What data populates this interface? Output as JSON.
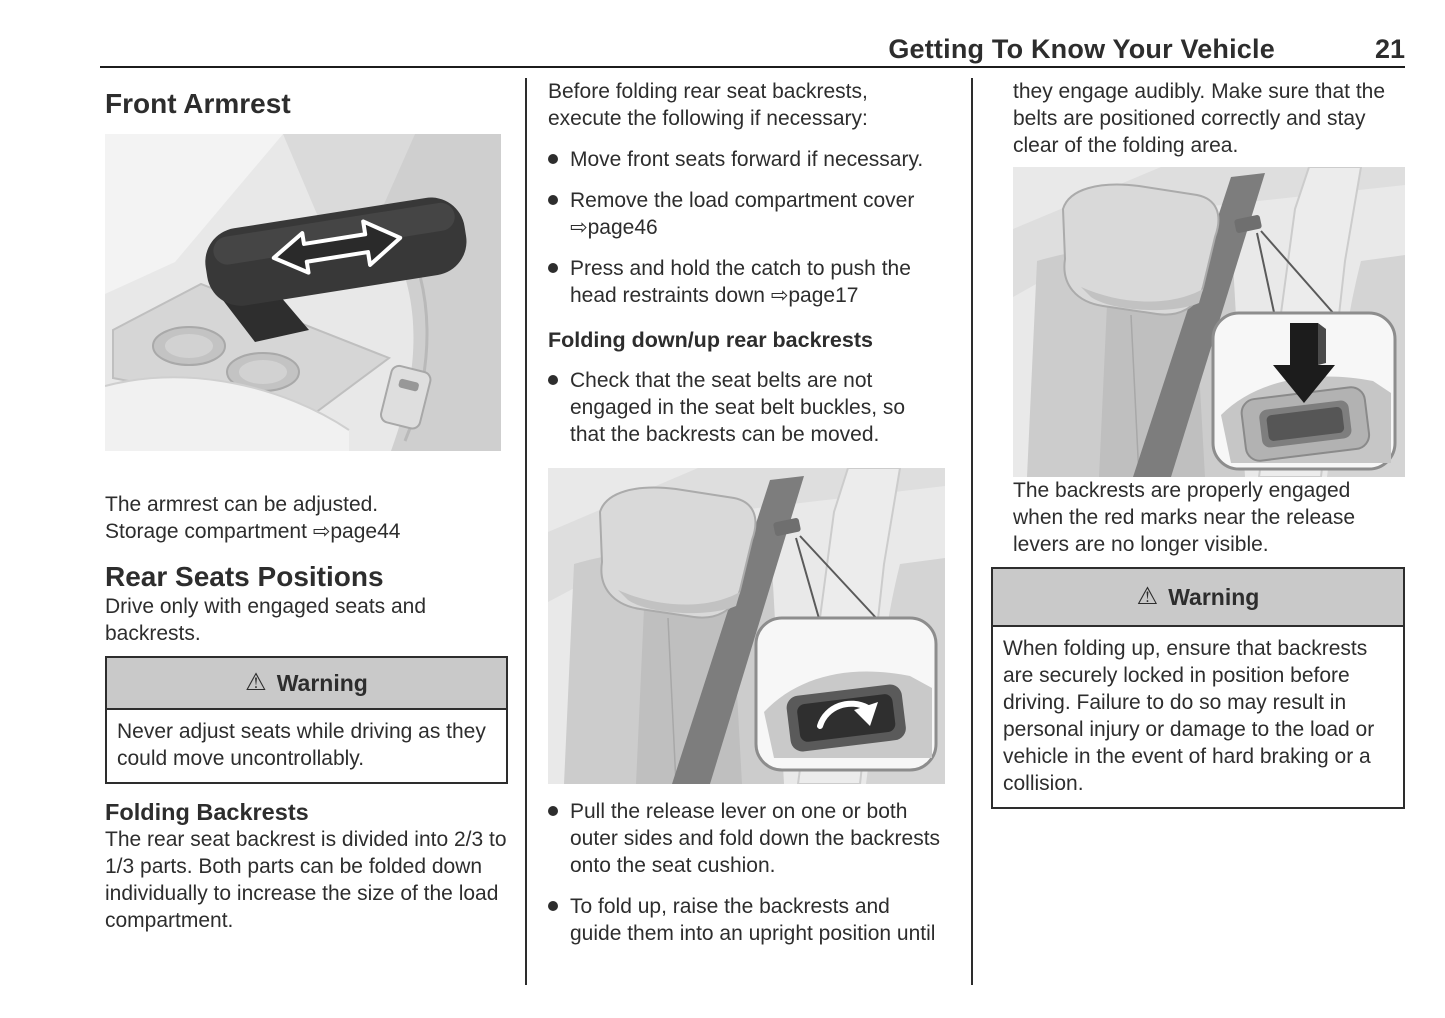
{
  "header": {
    "title": "Getting To Know Your Vehicle",
    "page_number": "21"
  },
  "icons": {
    "warning_icon": "⚠",
    "bullet_icon": "filled-circle",
    "xref_arrow_icon": "⇨"
  },
  "col1": {
    "heading_front_armrest": "Front Armrest",
    "armrest_note_line1": "The armrest can be adjusted.",
    "armrest_note_line2": "Storage compartment ⇨page44",
    "heading_rear_seats": "Rear Seats Positions",
    "drive_only": "Drive only with engaged seats and backrests.",
    "warning": {
      "title": "Warning",
      "body": "Never adjust seats while driving as they could move uncontrollably."
    },
    "heading_folding_backrests": "Folding Backrests",
    "folding_body": "The rear seat backrest is divided into 2/3 to 1/3 parts. Both parts can be folded down individually to increase the size of the load compartment."
  },
  "col2": {
    "intro": "Before folding rear seat backrests, execute the following if necessary:",
    "bullets": [
      "Move front seats forward if necessary.",
      "Remove the load compartment cover ⇨page46",
      "Press and hold the catch to push the head restraints down ⇨page17"
    ],
    "heading_folding_updown": "Folding down/up rear backrests",
    "bullet_check": "Check that the seat belts are not engaged in the seat belt buckles, so that the backrests can be moved.",
    "bullets_after": [
      "Pull the release lever on one or both outer sides and fold down the backrests onto the seat cushion.",
      "To fold up, raise the backrests and guide them into an upright position until"
    ]
  },
  "col3": {
    "continuation": "they engage audibly. Make sure that the belts are positioned correctly and stay clear of the folding area.",
    "engaged_note": "The backrests are properly engaged when the red marks near the release levers are no longer visible.",
    "warning": {
      "title": "Warning",
      "body": "When folding up, ensure that backrests are securely locked in position before driving. Failure to do so may result in personal injury or damage to the load or vehicle in the event of hard braking or a collision."
    }
  }
}
